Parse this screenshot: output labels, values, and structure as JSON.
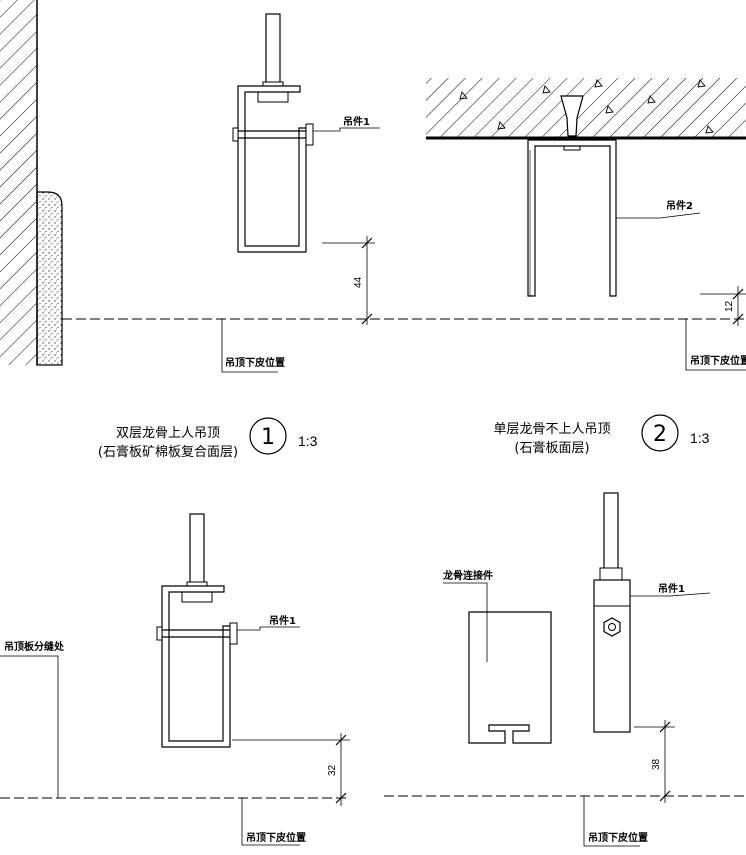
{
  "details": [
    {
      "id": "detail-1",
      "number": "1",
      "scale": "1:3",
      "title_line1": "双层龙骨上人吊顶",
      "title_line2": "(石膏板矿棉板复合面层)",
      "hanger_label": "吊件1",
      "dimension": "44",
      "ceiling_label": "吊顶下皮位置"
    },
    {
      "id": "detail-2",
      "number": "2",
      "scale": "1:3",
      "title_line1": "单层龙骨不上人吊顶",
      "title_line2": "(石膏板面层)",
      "hanger_label": "吊件2",
      "dimension": "12",
      "ceiling_label": "吊顶下皮位置"
    },
    {
      "id": "detail-3",
      "hanger_label": "吊件1",
      "seam_label": "吊顶板分缝处",
      "dimension": "32",
      "ceiling_label": "吊顶下皮位置"
    },
    {
      "id": "detail-4",
      "connector_label": "龙骨连接件",
      "hanger_label": "吊件1",
      "dimension": "38",
      "ceiling_label": "吊顶下皮位置"
    }
  ]
}
